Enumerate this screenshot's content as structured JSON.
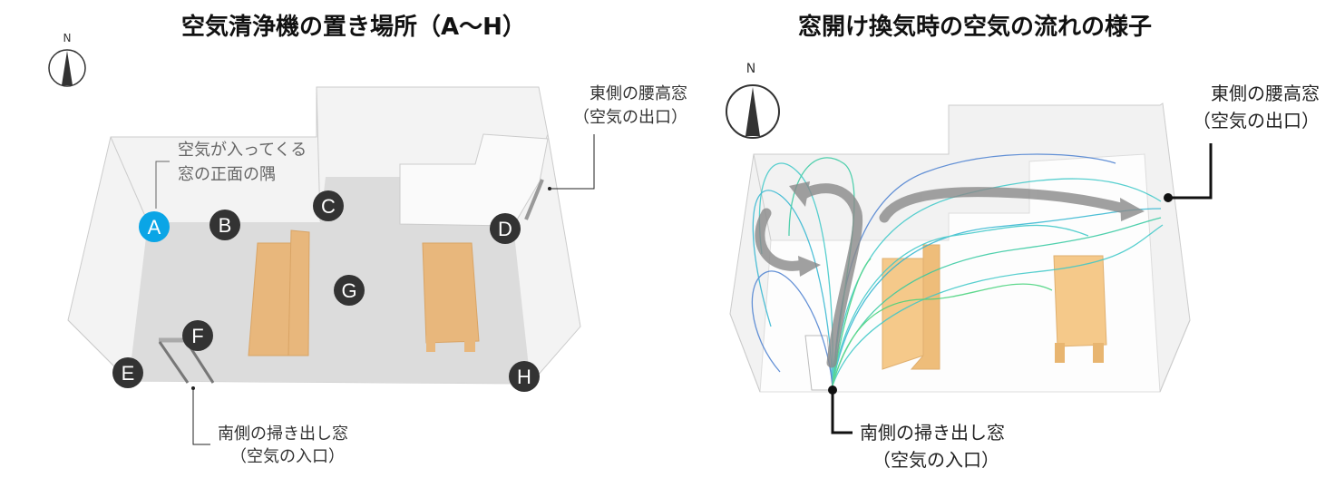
{
  "left_panel": {
    "title": "空気清浄機の置き場所（A〜H）",
    "compass_label": "N",
    "annotation_corner": [
      "空気が入ってくる",
      "窓の正面の隅"
    ],
    "east_window": [
      "東側の腰高窓",
      "（空気の出口）"
    ],
    "south_window": [
      "南側の掃き出し窓",
      "（空気の入口）"
    ],
    "markers": [
      "A",
      "B",
      "C",
      "D",
      "E",
      "F",
      "G",
      "H"
    ],
    "highlighted_marker": "A",
    "colors": {
      "highlight": "#0aa5e6",
      "marker": "#333333",
      "furniture": "#e8b77c",
      "floor": "#dcdcdc"
    }
  },
  "right_panel": {
    "title": "窓開け換気時の空気の流れの様子",
    "compass_label": "N",
    "east_window": [
      "東側の腰高窓",
      "（空気の出口）"
    ],
    "south_window": [
      "南側の掃き出し窓",
      "（空気の入口）"
    ],
    "colors": {
      "streamline": "#3cc8c8",
      "arrow": "#8a8a8a",
      "furniture": "#f5c98a"
    }
  }
}
